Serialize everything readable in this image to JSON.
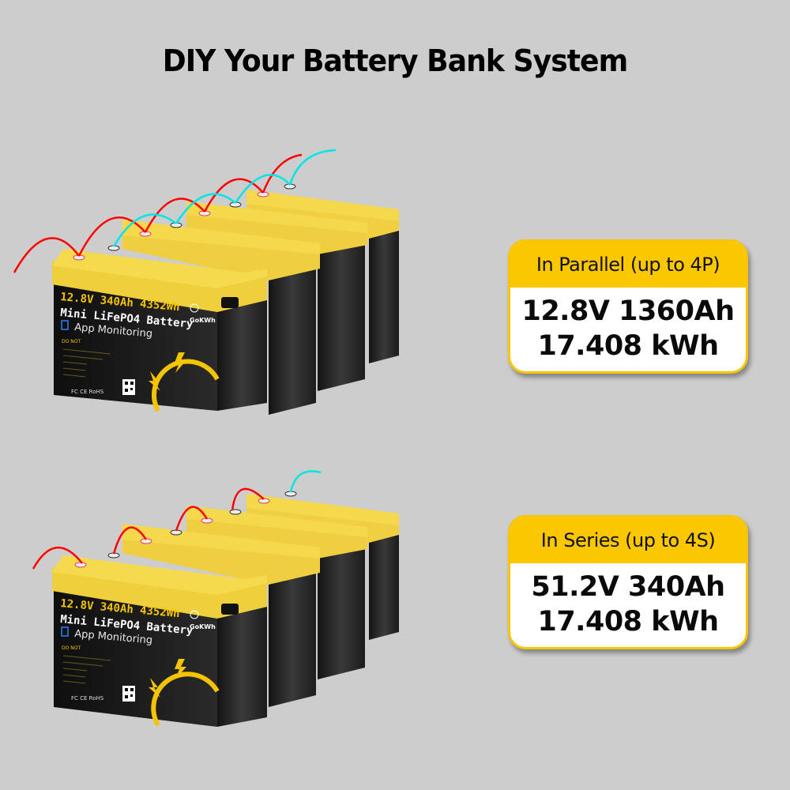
{
  "header": {
    "title": "DIY Your Battery Bank System"
  },
  "battery_label": {
    "spec_line": "12.8V 340Ah 4352Wh",
    "product_line": "Mini LiFePO4 Battery",
    "feature_line": "App Monitoring",
    "warning_title": "DO NOT",
    "brand": "GoKWh",
    "certifications": "FC CE RoHS"
  },
  "configurations": [
    {
      "id": "parallel",
      "heading": "In Parallel (up to 4P)",
      "voltage_capacity": "12.8V 1360Ah",
      "energy": "17.408 kWh",
      "battery_count": 4,
      "wiring": "parallel"
    },
    {
      "id": "series",
      "heading": "In Series (up to 4S)",
      "voltage_capacity": "51.2V 340Ah",
      "energy": "17.408 kWh",
      "battery_count": 4,
      "wiring": "series"
    }
  ],
  "colors": {
    "background": "#cdcdcd",
    "accent_yellow": "#fbc700",
    "battery_lid": "#f2d34a",
    "battery_body": "#1a1a1a",
    "positive_wire": "#ff0000",
    "negative_wire": "#00e5e5"
  }
}
